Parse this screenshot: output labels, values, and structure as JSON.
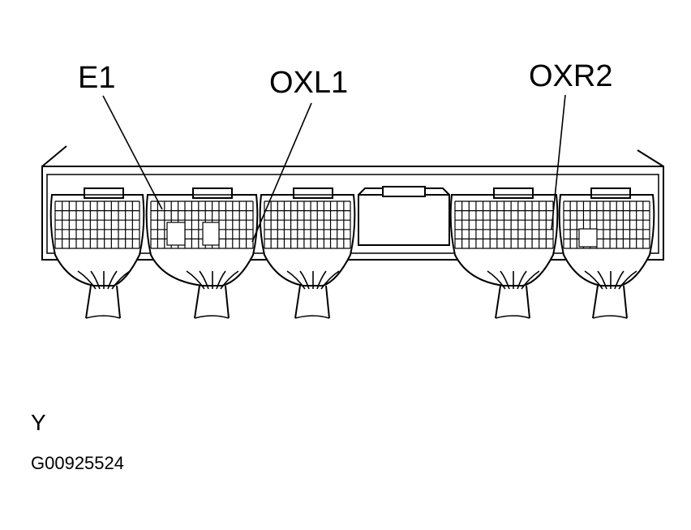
{
  "callouts": {
    "e1": "E1",
    "oxl1": "OXL1",
    "oxr2": "OXR2"
  },
  "caption": {
    "view_letter": "Y",
    "figure_code": "G00925524"
  },
  "colors": {
    "ink": "#000000",
    "paper": "#ffffff"
  }
}
